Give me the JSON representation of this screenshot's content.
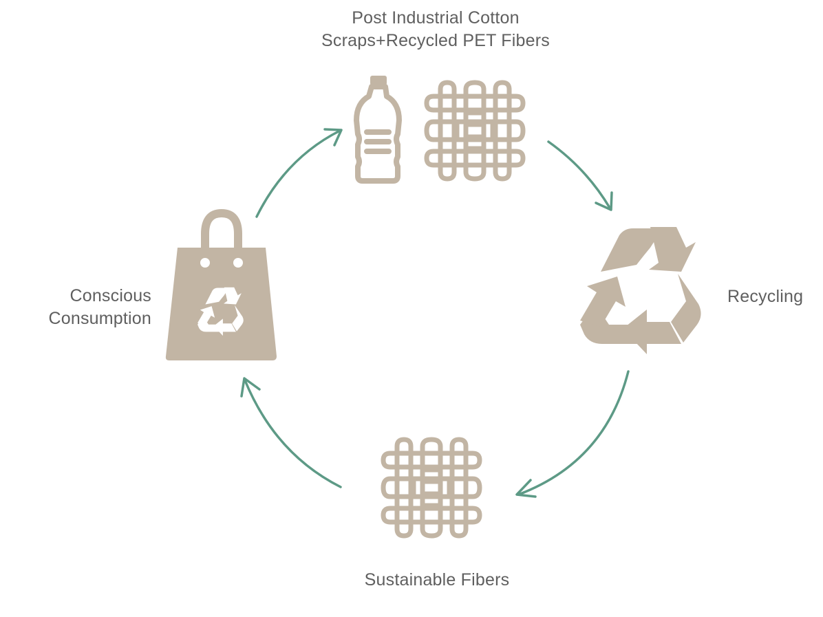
{
  "colors": {
    "icon": "#c2b5a4",
    "arrow": "#5d9a86",
    "text": "#5f5f5f",
    "background": "#ffffff"
  },
  "nodes": {
    "top": {
      "line1": "Post Industrial Cotton",
      "line2": "Scraps+Recycled PET Fibers",
      "icons": [
        "bottle-icon",
        "woven-fabric-icon"
      ]
    },
    "right": {
      "label": "Recycling",
      "icons": [
        "recycle-icon"
      ]
    },
    "bottom": {
      "label": "Sustainable Fibers",
      "icons": [
        "woven-fabric-icon"
      ]
    },
    "left": {
      "line1": "Conscious",
      "line2": "Consumption",
      "icons": [
        "shopping-bag-recycle-icon"
      ]
    }
  }
}
